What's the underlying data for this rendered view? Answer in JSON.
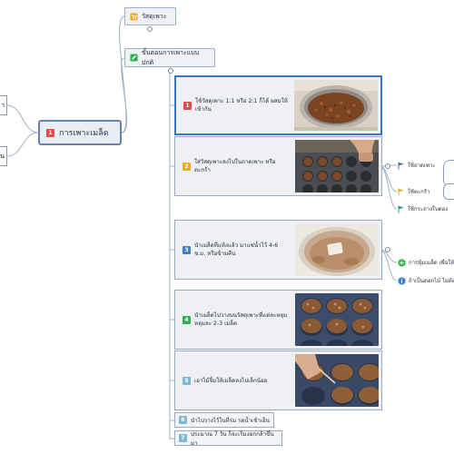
{
  "central": {
    "num": "1",
    "label": "การเพาะเมล็ด"
  },
  "left_nodes": [
    {
      "label": "า"
    },
    {
      "label": "น"
    }
  ],
  "materials": {
    "label": "วัสดุเพาะ",
    "icon": "cart-icon"
  },
  "procedure": {
    "label": "ขั้นตอนการเพาะแบบปกติ",
    "icon": "pencil-icon"
  },
  "steps": [
    {
      "num": "1",
      "color": "#e24b4b",
      "text": "ใช้วัสดุเพาะ 1:1 หรือ 2:1 ก็ได้ ผสมให้เข้ากัน",
      "photo": "soil-bowl"
    },
    {
      "num": "2",
      "color": "#f0a922",
      "text": "ใส่วัสดุเพาะลงไปในถาดเพาะ หรือตะกร้า",
      "photo": "filling-tray"
    },
    {
      "num": "3",
      "color": "#3f7fd4",
      "text": "นำเมล็ดที่แห้งแล้ว มาแช่น้ำไว้ 4-6 ช.ม. หรือข้ามคืน",
      "photo": "soaking-seed"
    },
    {
      "num": "4",
      "color": "#2eb34a",
      "text": "นำเมล็ดไปวางบนวัสดุเพาะที่แต่ละหลุม หลุมละ 2-3 เมล็ด",
      "photo": "tray-holes"
    },
    {
      "num": "5",
      "color": "#7fb8d6",
      "text": "เอาไม้จิ้มให้เมล็ดลงไปเล็กน้อย",
      "photo": "poking-stick"
    }
  ],
  "small_steps": [
    {
      "num": "6",
      "color": "#7fb8d6",
      "text": "นำไปวางไว้ในที่ร่ม รดน้ำเช้าเย็น"
    },
    {
      "num": "7",
      "color": "#7fb8d6",
      "text": "ประมาณ 7 วัน ก็จะเริ่มงอกกล้าขึ้นมา"
    }
  ],
  "containers": [
    {
      "label": "ใช้ถาดเพาะ",
      "icon": "flag-icon",
      "color": "#5a6f8a"
    },
    {
      "label": "ใช้ตะกร้า",
      "icon": "flag-icon",
      "color": "#f0a922"
    },
    {
      "label": "ใช้กระถางใบตอง",
      "icon": "flag-icon",
      "color": "#2aa07a"
    }
  ],
  "notes": [
    {
      "label": "การหุ้มเมล็ด เพื่อให้",
      "icon": "plus-circle-icon",
      "color": "#2eb34a"
    },
    {
      "label": "ถ้าเป็นดอกไม้ ไม่ต้อง",
      "icon": "info-icon",
      "color": "#3f7fd4"
    }
  ]
}
